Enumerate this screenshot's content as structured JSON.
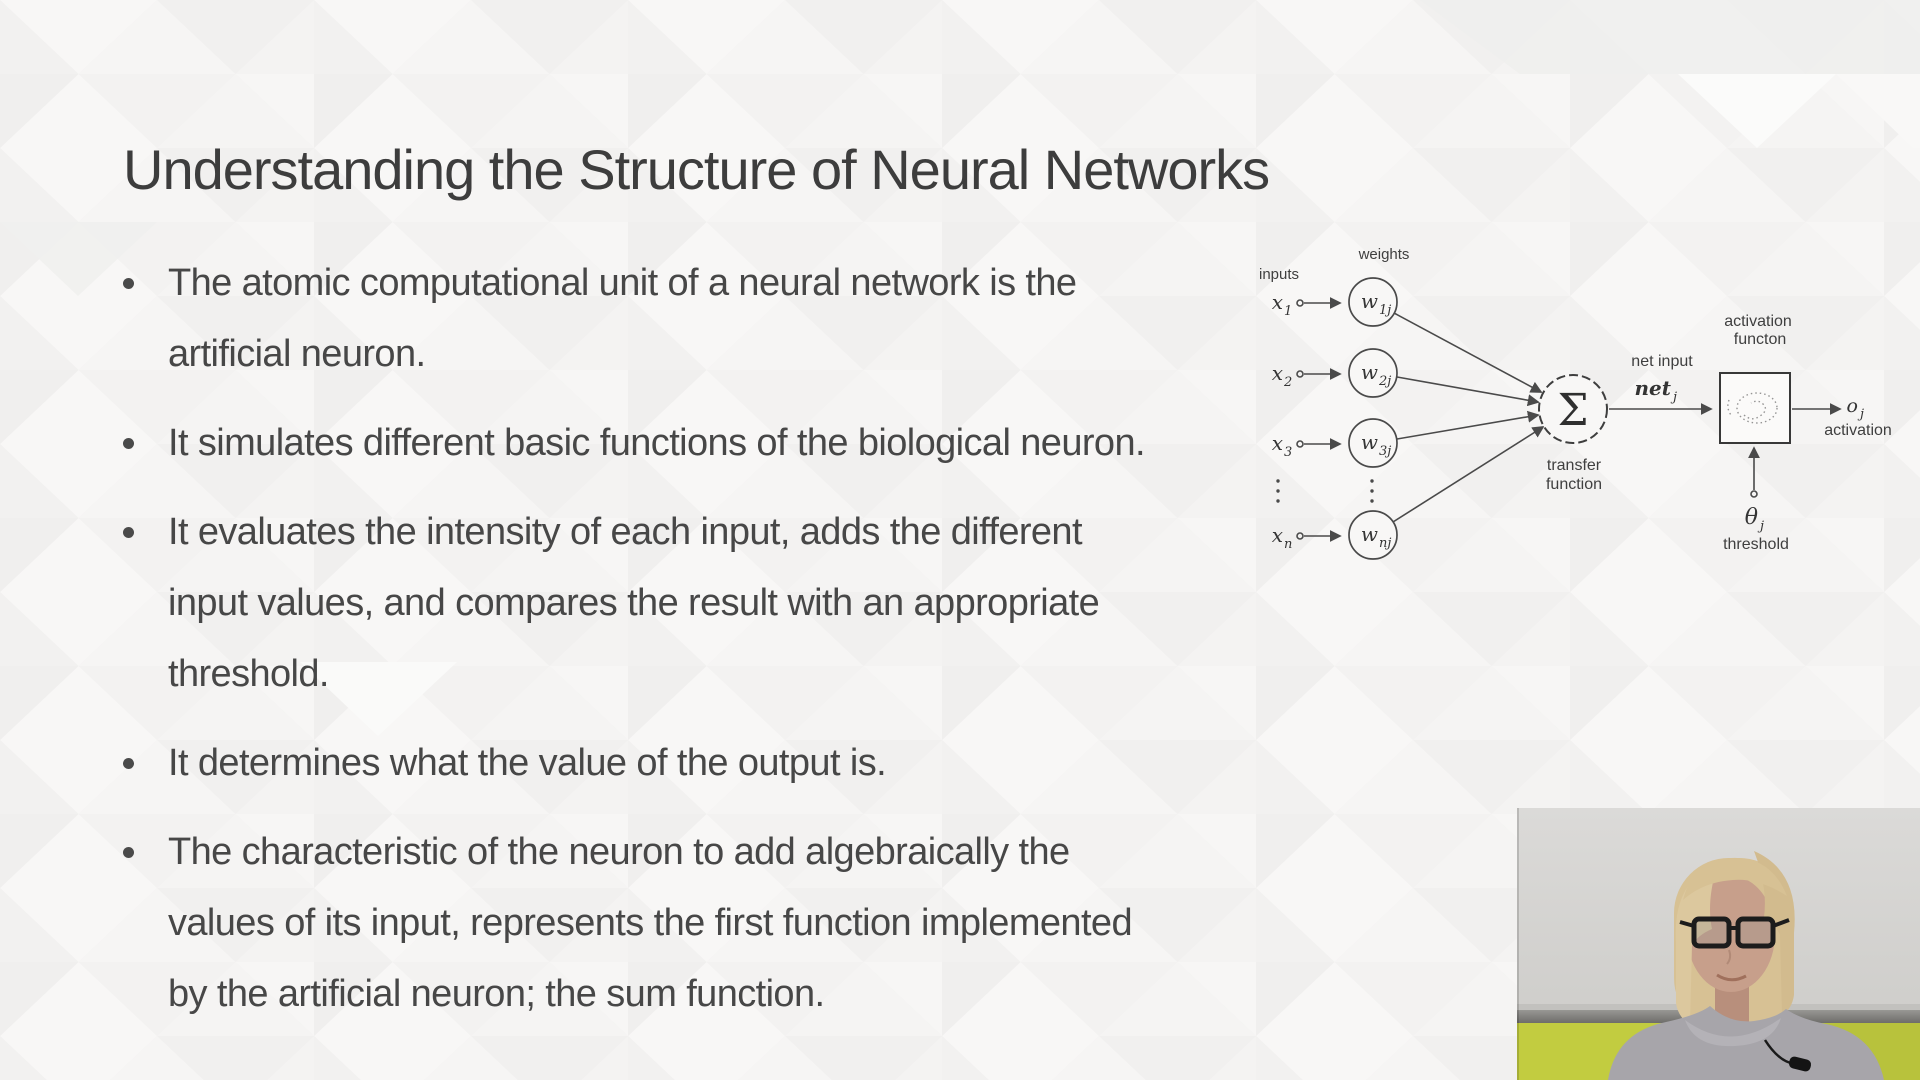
{
  "slide": {
    "title": "Understanding the Structure of Neural Networks",
    "bullets": [
      {
        "lines": [
          "The atomic computational unit of a neural network is the",
          "artificial neuron."
        ]
      },
      {
        "lines": [
          "It simulates different basic functions of the biological neuron."
        ]
      },
      {
        "lines": [
          "It evaluates the intensity of each input, adds the different",
          "input values, and compares the result with an appropriate",
          "threshold."
        ]
      },
      {
        "lines": [
          "It determines what the value of the output is."
        ]
      },
      {
        "lines": [
          "The characteristic of the neuron to add algebraically the",
          "values of its input, represents the first function implemented",
          "by the artificial neuron; the sum function."
        ]
      }
    ]
  },
  "diagram": {
    "inputs_label": "inputs",
    "weights_label": "weights",
    "nodes": [
      {
        "x_base": "x",
        "x_sub": "1",
        "w_base": "w",
        "w_sub": "1j"
      },
      {
        "x_base": "x",
        "x_sub": "2",
        "w_base": "w",
        "w_sub": "2j"
      },
      {
        "x_base": "x",
        "x_sub": "3",
        "w_base": "w",
        "w_sub": "3j"
      },
      {
        "x_base": "x",
        "x_sub": "n",
        "w_base": "w",
        "w_sub": "nj"
      }
    ],
    "sum_symbol": "Σ",
    "transfer_label_line1": "transfer",
    "transfer_label_line2": "function",
    "net_input_label": "net input",
    "net_base": "net",
    "net_sub": "j",
    "activation_fn_line1": "activation",
    "activation_fn_line2": "functon",
    "output_base": "o",
    "output_sub": "j",
    "activation_out_label": "activation",
    "theta_base": "θ",
    "theta_sub": "j",
    "threshold_label": "threshold"
  },
  "colors": {
    "background": "#f4f3f2",
    "title_text": "#3d3d3d",
    "body_text": "#474747",
    "diagram_ink": "#4a4a4a",
    "webcam_whiteboard": "#d6d5d3",
    "webcam_rail": "#84837f",
    "webcam_wall_green": "#c2cc40",
    "webcam_sweater": "#a7a5aa",
    "webcam_hair": "#d7c194",
    "webcam_skin": "#c79f8b"
  }
}
